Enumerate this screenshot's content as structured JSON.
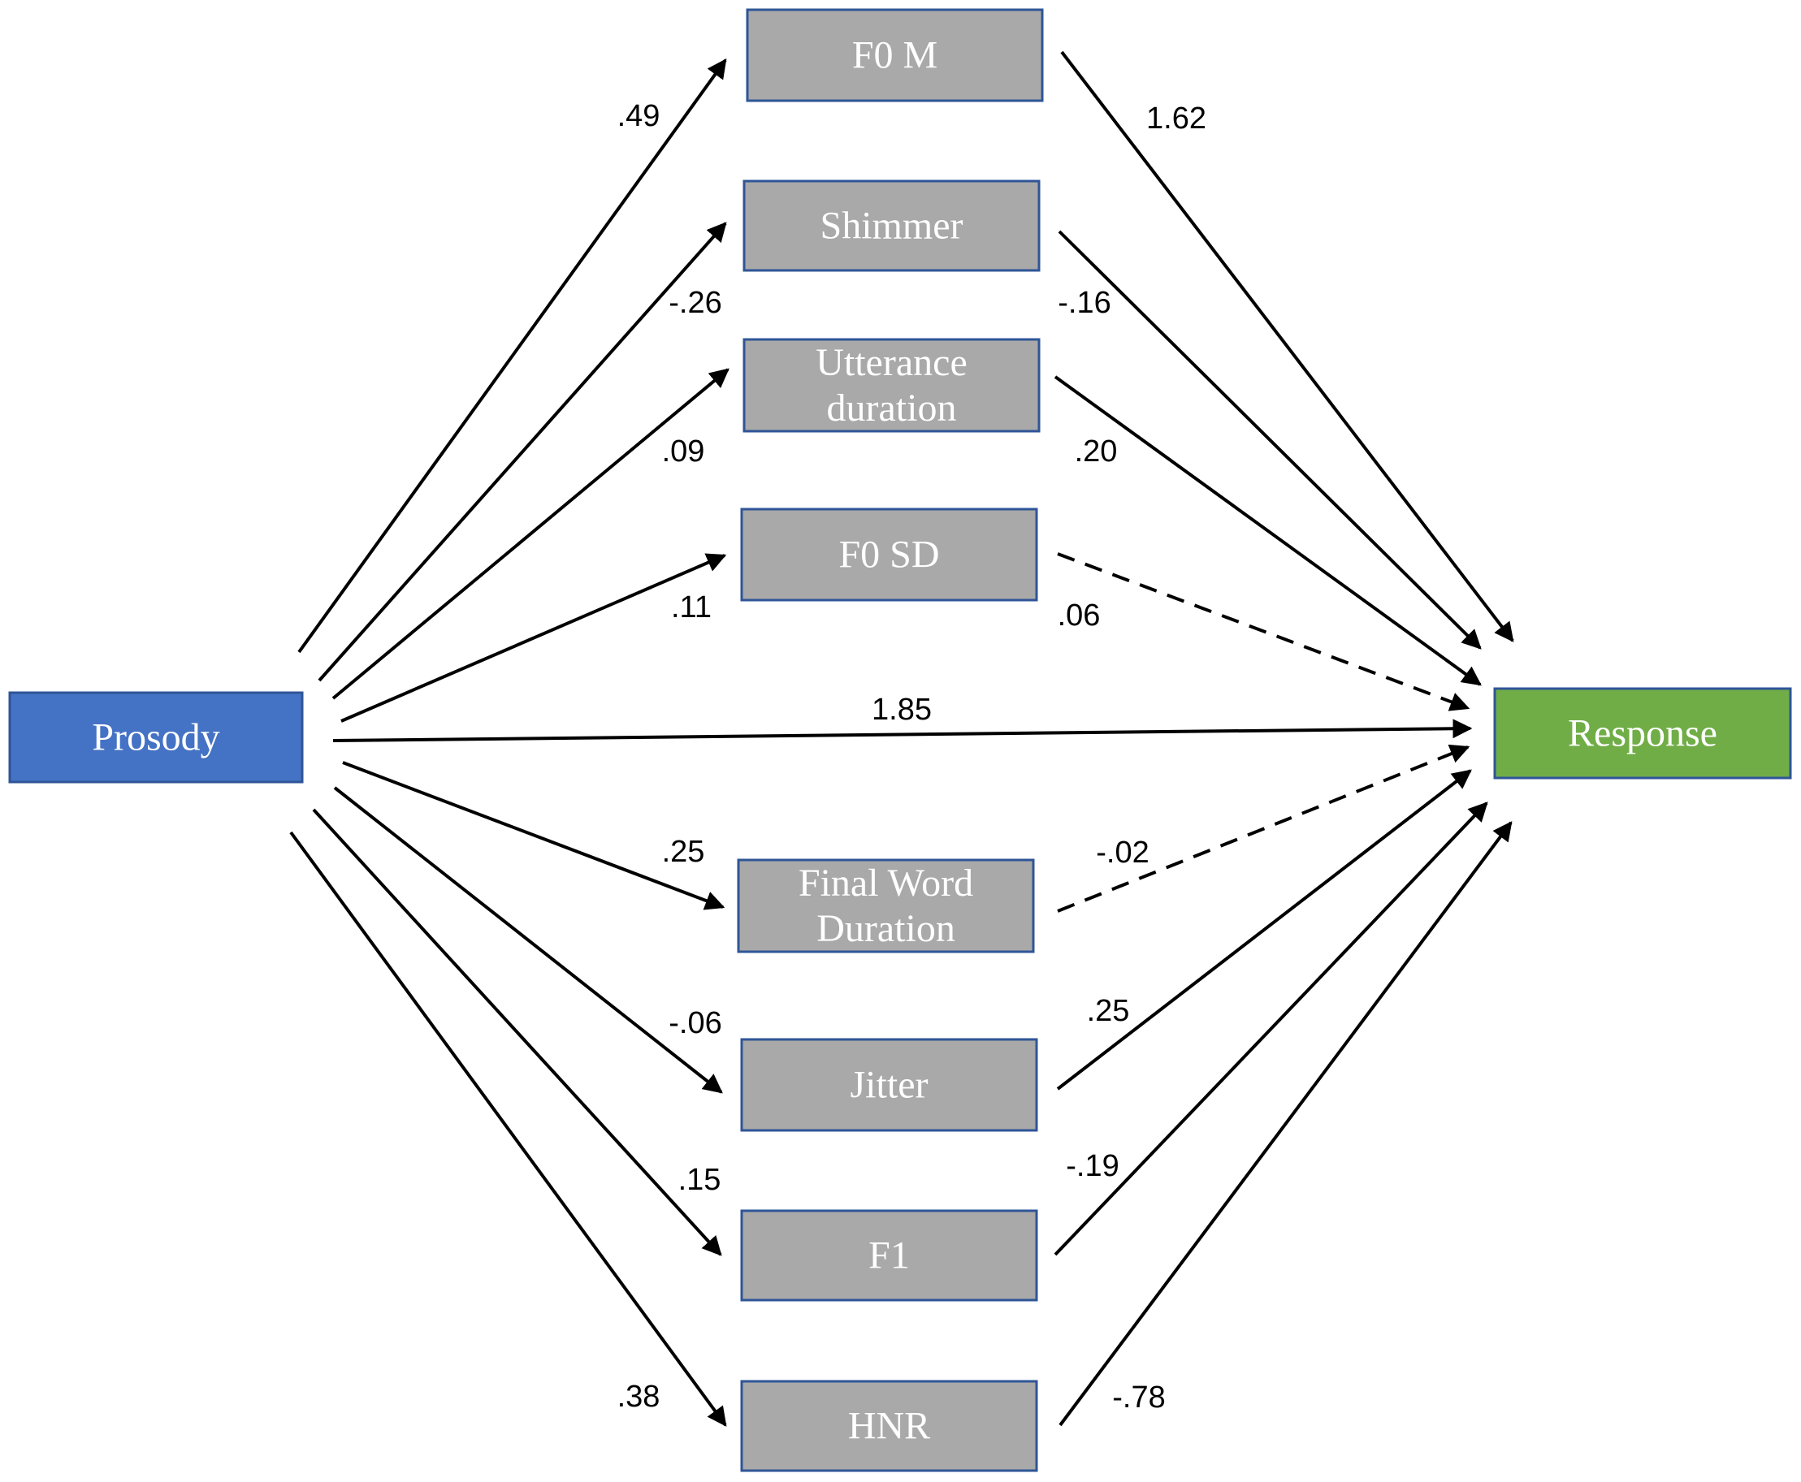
{
  "colors": {
    "source_fill": "#4472c4",
    "source_border": "#2f5597",
    "outcome_fill": "#70ad47",
    "outcome_border": "#2f5597",
    "mediator_fill": "#a9a9a9",
    "mediator_border": "#2f5597",
    "edge": "#000000"
  },
  "nodes": {
    "source": {
      "id": "prosody",
      "label": [
        "Prosody"
      ]
    },
    "outcome": {
      "id": "response",
      "label": [
        "Response"
      ]
    },
    "mediators": [
      {
        "id": "f0m",
        "label": [
          "F0 M"
        ]
      },
      {
        "id": "shimmer",
        "label": [
          "Shimmer"
        ]
      },
      {
        "id": "utterance",
        "label": [
          "Utterance",
          "duration"
        ]
      },
      {
        "id": "f0sd",
        "label": [
          "F0 SD"
        ]
      },
      {
        "id": "finalword",
        "label": [
          "Final Word",
          "Duration"
        ]
      },
      {
        "id": "jitter",
        "label": [
          "Jitter"
        ]
      },
      {
        "id": "f1",
        "label": [
          "F1"
        ]
      },
      {
        "id": "hnr",
        "label": [
          "HNR"
        ]
      }
    ]
  },
  "edges": [
    {
      "from": "prosody",
      "to": "f0m",
      "label": ".49",
      "style": "solid"
    },
    {
      "from": "prosody",
      "to": "shimmer",
      "label": "-.26",
      "style": "solid"
    },
    {
      "from": "prosody",
      "to": "utterance",
      "label": ".09",
      "style": "solid"
    },
    {
      "from": "prosody",
      "to": "f0sd",
      "label": ".11",
      "style": "solid"
    },
    {
      "from": "prosody",
      "to": "response",
      "label": "1.85",
      "style": "solid"
    },
    {
      "from": "prosody",
      "to": "finalword",
      "label": ".25",
      "style": "solid"
    },
    {
      "from": "prosody",
      "to": "jitter",
      "label": "-.06",
      "style": "solid"
    },
    {
      "from": "prosody",
      "to": "f1",
      "label": ".15",
      "style": "solid"
    },
    {
      "from": "prosody",
      "to": "hnr",
      "label": ".38",
      "style": "solid"
    },
    {
      "from": "f0m",
      "to": "response",
      "label": "1.62",
      "style": "solid"
    },
    {
      "from": "shimmer",
      "to": "response",
      "label": "-.16",
      "style": "solid"
    },
    {
      "from": "utterance",
      "to": "response",
      "label": ".20",
      "style": "solid"
    },
    {
      "from": "f0sd",
      "to": "response",
      "label": ".06",
      "style": "dashed"
    },
    {
      "from": "finalword",
      "to": "response",
      "label": "-.02",
      "style": "dashed"
    },
    {
      "from": "jitter",
      "to": "response",
      "label": ".25",
      "style": "solid"
    },
    {
      "from": "f1",
      "to": "response",
      "label": "-.19",
      "style": "solid"
    },
    {
      "from": "hnr",
      "to": "response",
      "label": "-.78",
      "style": "solid"
    }
  ]
}
